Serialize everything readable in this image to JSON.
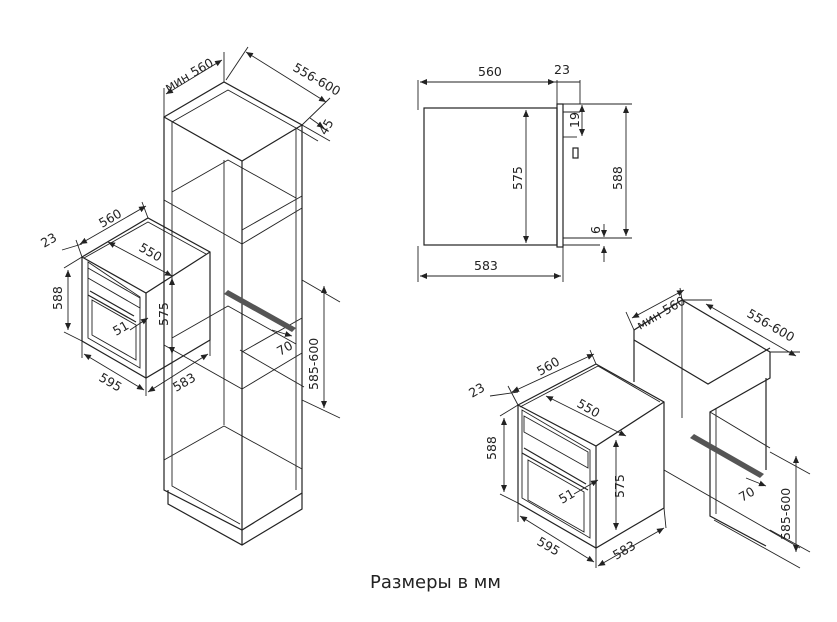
{
  "caption": "Размеры в мм",
  "tall": {
    "min_width": "мин 560",
    "niche_width": "556-600",
    "depth": "45",
    "niche_height": "585-600",
    "gap": "70"
  },
  "oven_left": {
    "width_top": "560",
    "front_offset": "23",
    "inner_width": "550",
    "height": "588",
    "body_height": "575",
    "handle": "51",
    "width": "595",
    "depth": "583"
  },
  "side": {
    "body_depth": "560",
    "front": "23",
    "top_gap": "19",
    "body_height": "575",
    "full_height": "588",
    "bottom_gap": "6",
    "total_depth": "583"
  },
  "under": {
    "min_width": "мин 560",
    "niche_width": "556-600",
    "niche_height": "585-600",
    "gap": "70",
    "width_top": "560",
    "front_offset": "23",
    "inner_width": "550",
    "height": "588",
    "body_height": "575",
    "handle": "51",
    "width": "595",
    "depth": "583"
  }
}
